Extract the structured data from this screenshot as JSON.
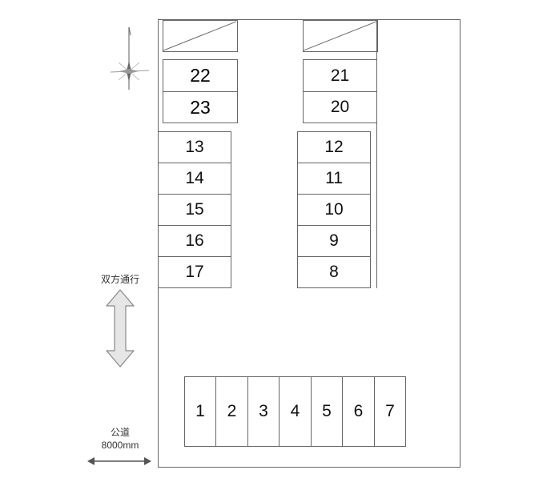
{
  "diagram": {
    "spaces_top_left": [
      "22",
      "23"
    ],
    "spaces_top_right": [
      "21",
      "20"
    ],
    "spaces_left_column": [
      "13",
      "14",
      "15",
      "16",
      "17"
    ],
    "spaces_right_column": [
      "12",
      "11",
      "10",
      "9",
      "8"
    ],
    "spaces_bottom_row": [
      "1",
      "2",
      "3",
      "4",
      "5",
      "6",
      "7"
    ],
    "two_way_label": "双方通行",
    "road_label": "公道",
    "road_width": "8000mm",
    "icons": {
      "compass": "compass-rose-icon",
      "two_way_arrow": "double-arrow-vertical-icon",
      "road_arrow": "double-arrow-horizontal-icon"
    },
    "colors": {
      "line": "#666666",
      "arrow_fill": "#e6e6e6",
      "text": "#111111"
    }
  }
}
